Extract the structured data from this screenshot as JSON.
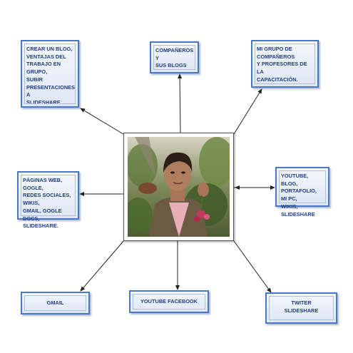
{
  "center": {
    "icon": "portrait-photo"
  },
  "boxes": {
    "top_left": "CREAR UN BLOG,\nVENTAJAS DEL\nTRABAJO EN GRUPO,\nSUBIR\nPRESENTACIONES A\nSLIDESHARE",
    "top_center": "COMPAÑEROS Y\nSUS BLOGS",
    "top_right": "MI GRUPO DE\nCOMPAÑEROS\nY  PROFESORES DE LA\nCAPACITACIÓN.",
    "middle_left": "PÁGINAS WEB, GOGLE,\nREDES SOCIALES, WIKIS,\nGMAIL,  GOGLE DOCS,\nSLIDESHARE.",
    "middle_right": "YOUTUBE, BLOG,\nPORTAFOLIO, MI PC,\nWIKIS, SLIDESHARE",
    "bottom_left": "GMAIL",
    "bottom_center": "YOUTUBE      FACEBOOK",
    "bottom_right": "TWITER\nSLIDESHARE"
  },
  "colors": {
    "box_border": "#4a78c4",
    "box_text": "#1f3f86",
    "arrow": "#222222"
  }
}
